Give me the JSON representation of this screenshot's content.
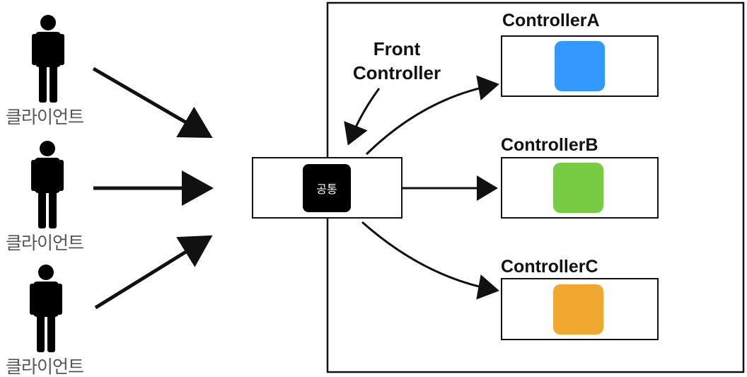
{
  "clients": [
    {
      "label": "클라이언트"
    },
    {
      "label": "클라이언트"
    },
    {
      "label": "클라이언트"
    }
  ],
  "front_controller": {
    "title_line1": "Front",
    "title_line2": "Controller",
    "common_label": "공통"
  },
  "controllers": [
    {
      "title": "ControllerA",
      "color": "#3399ff"
    },
    {
      "title": "ControllerB",
      "color": "#77cc44"
    },
    {
      "title": "ControllerC",
      "color": "#f0a830"
    }
  ]
}
